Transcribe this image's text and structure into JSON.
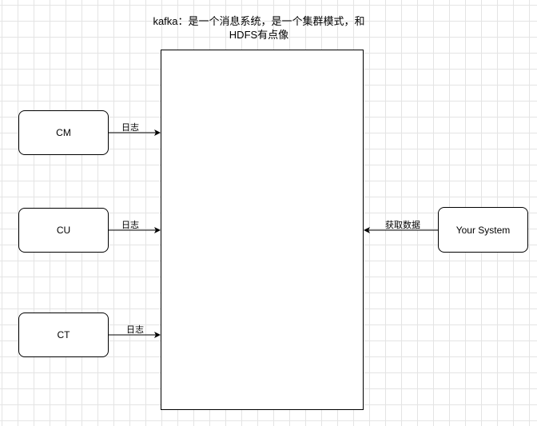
{
  "title": "kafka：是一个消息系统，是一个集群模式，和HDFS有点像",
  "nodes": {
    "cm": "CM",
    "cu": "CU",
    "ct": "CT",
    "your_system": "Your System"
  },
  "edges": {
    "cm_label": "日志",
    "cu_label": "日志",
    "ct_label": "日志",
    "your_system_label": "获取数据"
  }
}
